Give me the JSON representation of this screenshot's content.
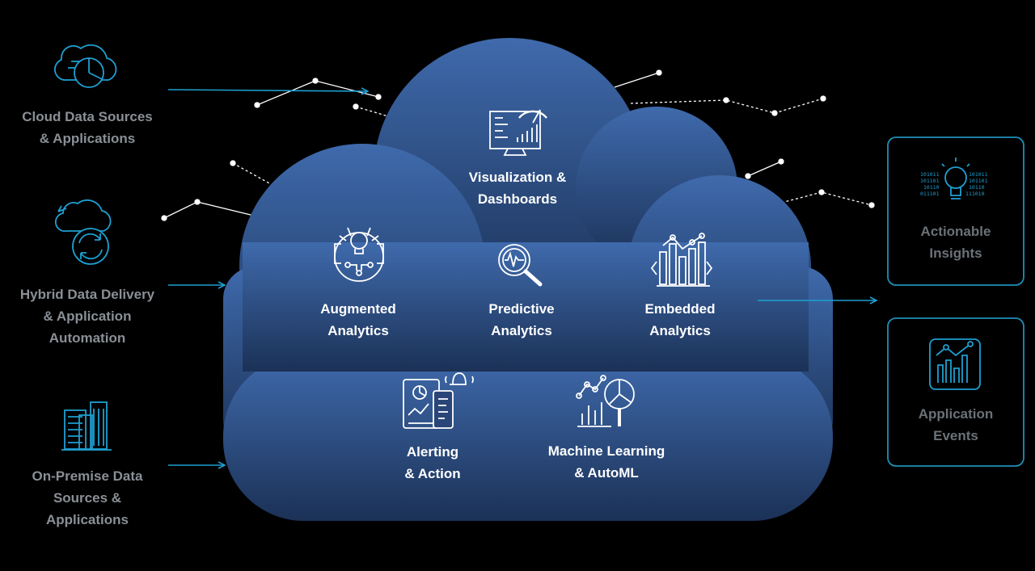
{
  "sources": [
    {
      "name": "cloud-data-sources",
      "lines": [
        "Cloud Data Sources",
        "& Applications"
      ],
      "icon": "cloud-chart-icon"
    },
    {
      "name": "hybrid-data-delivery",
      "lines": [
        "Hybrid Data Delivery",
        "& Application",
        "Automation"
      ],
      "icon": "cloud-sync-icon"
    },
    {
      "name": "on-premise-data-sources",
      "lines": [
        "On-Premise Data",
        "Sources &",
        "Applications"
      ],
      "icon": "buildings-icon"
    }
  ],
  "capabilities": [
    {
      "name": "visualization-dashboards",
      "lines": [
        "Visualization &",
        "Dashboards"
      ],
      "icon": "monitor-dashboard-icon"
    },
    {
      "name": "augmented-analytics",
      "lines": [
        "Augmented",
        "Analytics"
      ],
      "icon": "lightbulb-gear-icon"
    },
    {
      "name": "predictive-analytics",
      "lines": [
        "Predictive",
        "Analytics"
      ],
      "icon": "magnifier-pulse-icon"
    },
    {
      "name": "embedded-analytics",
      "lines": [
        "Embedded",
        "Analytics"
      ],
      "icon": "bar-chart-code-icon"
    },
    {
      "name": "alerting-action",
      "lines": [
        "Alerting",
        "& Action"
      ],
      "icon": "devices-bell-icon"
    },
    {
      "name": "machine-learning-automl",
      "lines": [
        "Machine Learning",
        "& AutoML"
      ],
      "icon": "chart-magnifier-icon"
    }
  ],
  "outputs": [
    {
      "name": "actionable-insights",
      "lines": [
        "Actionable",
        "Insights"
      ],
      "icon": "binary-lightbulb-icon",
      "binary": [
        "101011",
        "101101",
        "10110",
        "011101"
      ]
    },
    {
      "name": "application-events",
      "lines": [
        "Application",
        "Events"
      ],
      "icon": "chart-box-icon"
    }
  ],
  "colors": {
    "background": "#000000",
    "cloud_top": "#3f6aac",
    "cloud_bottom": "#1b3156",
    "accent": "#1e9fd1",
    "source_text": "#8a8f96",
    "output_text": "#6b7177",
    "output_border": "#1e8fb8"
  }
}
